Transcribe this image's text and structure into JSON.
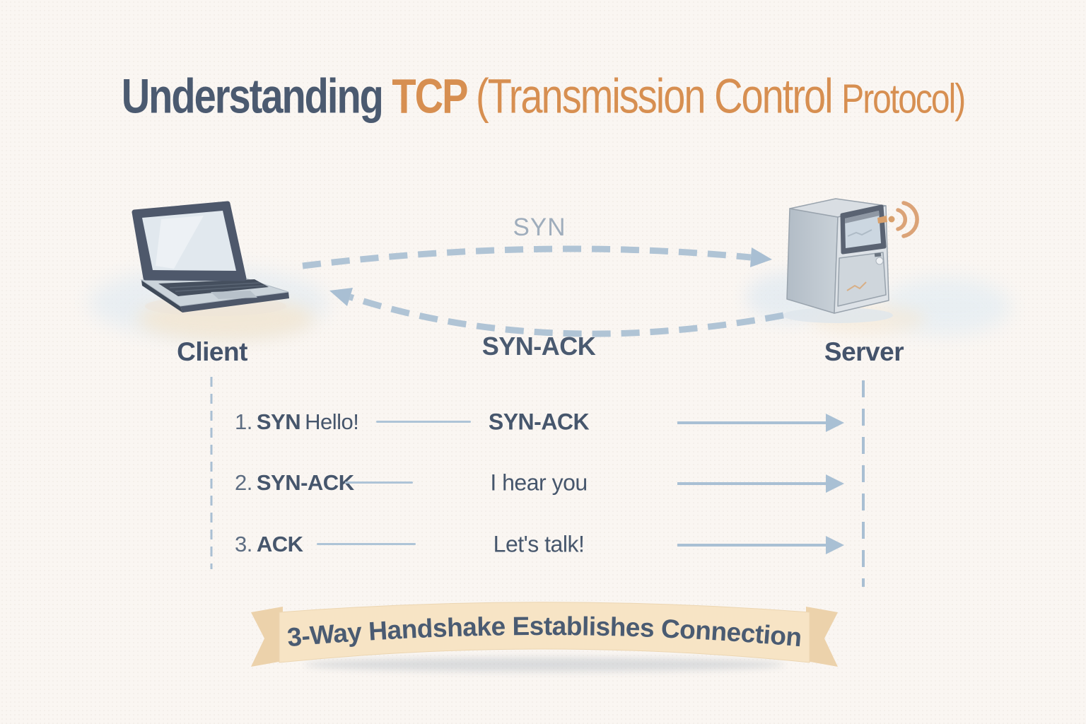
{
  "title": {
    "word1": "Understanding",
    "word2": "TCP",
    "word3": "(Transmission Control",
    "word4": "Protocol)"
  },
  "nodes": {
    "client": {
      "label": "Client"
    },
    "server": {
      "label": "Server"
    }
  },
  "handshake_arcs": {
    "to_server": "SYN",
    "to_client": "SYN-ACK"
  },
  "steps": [
    {
      "number": "1.",
      "keyword": "SYN",
      "note": "Hello!",
      "message": "SYN-ACK"
    },
    {
      "number": "2.",
      "keyword": "SYN-ACK",
      "note": "",
      "message": "I hear you"
    },
    {
      "number": "3.",
      "keyword": "ACK",
      "note": "",
      "message": "Let's talk!"
    }
  ],
  "banner": {
    "text": "3-Way Handshake Establishes Connection"
  },
  "icons": {
    "client_device": "laptop-icon",
    "server_device": "server-tower-icon",
    "signal": "wifi-signal-icon"
  },
  "colors": {
    "title_slate": "#4b5a70",
    "title_orange": "#d78f51",
    "arrow_blue": "#a9c0d4",
    "text_slate": "#46566c",
    "syn_gray": "#9fadbc",
    "banner_cream": "#f7e4c5",
    "banner_fold": "#ecd2ab",
    "background": "#faf6f2"
  }
}
